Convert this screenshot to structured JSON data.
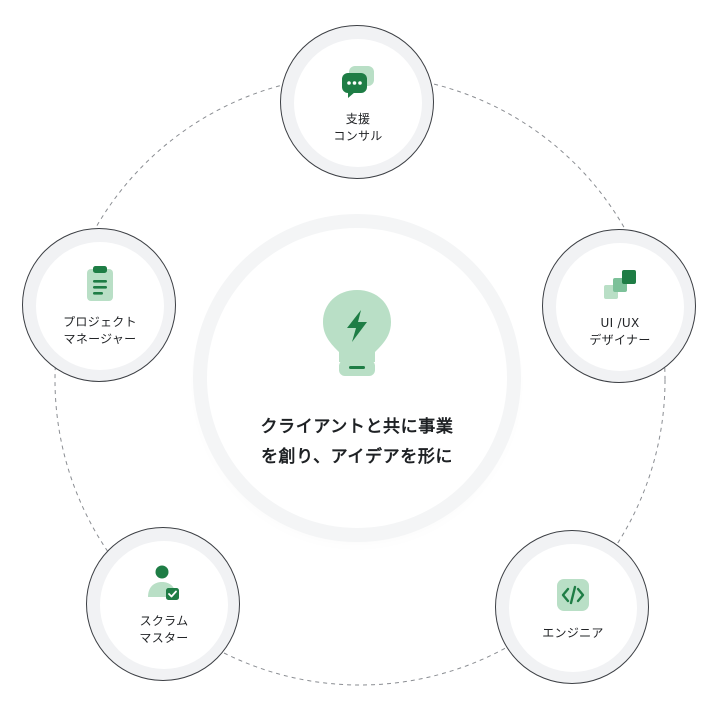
{
  "center": {
    "line1": "クライアントと共に事業",
    "line2": "を創り、アイデアを形に",
    "icon": "lightbulb-lightning-icon"
  },
  "nodes": [
    {
      "id": "consultant",
      "label": "支援\nコンサル",
      "icon": "chat-bubble-icon"
    },
    {
      "id": "designer",
      "label": "UI /UX\nデザイナー",
      "icon": "layers-icon"
    },
    {
      "id": "engineer",
      "label": "エンジニア",
      "icon": "code-icon"
    },
    {
      "id": "scrum-master",
      "label": "スクラム\nマスター",
      "icon": "user-check-icon"
    },
    {
      "id": "project-manager",
      "label": "プロジェクト\nマネージャー",
      "icon": "clipboard-icon"
    }
  ],
  "colors": {
    "accent": "#1e7d45",
    "accent_light": "#b9dfc6",
    "ring_stroke": "#8a8d92",
    "text": "#222427"
  }
}
